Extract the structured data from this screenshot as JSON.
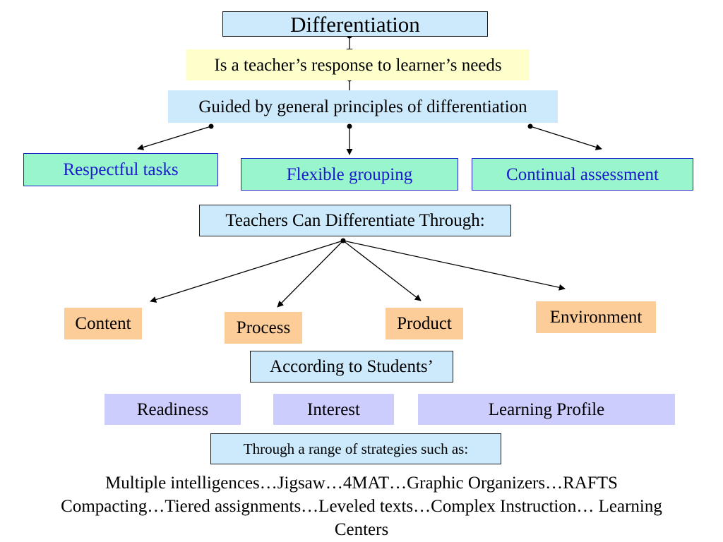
{
  "nodes": {
    "title": "Differentiation",
    "response": "Is a teacher’s response to learner’s needs",
    "principles": "Guided by general principles of differentiation",
    "respectful": "Respectful tasks",
    "flexible": "Flexible grouping",
    "continual": "Continual assessment",
    "through_header": "Teachers Can Differentiate Through:",
    "content": "Content",
    "process": "Process",
    "product": "Product",
    "environment": "Environment",
    "according": "According to Students’",
    "readiness": "Readiness",
    "interest": "Interest",
    "profile": "Learning Profile",
    "strategies_header": "Through a range of strategies such as:"
  },
  "strategies_lines": [
    "Multiple intelligences…Jigsaw…4MAT…Graphic Organizers…RAFTS",
    "Compacting…Tiered assignments…Leveled texts…Complex Instruction… Learning",
    "Centers"
  ],
  "colors": {
    "light_blue": "#cdeafc",
    "light_yellow": "#ffffcc",
    "mint": "#99f5cc",
    "mint_text": "#1a1acc",
    "peach": "#fccc99",
    "lavender": "#cccdfc"
  }
}
